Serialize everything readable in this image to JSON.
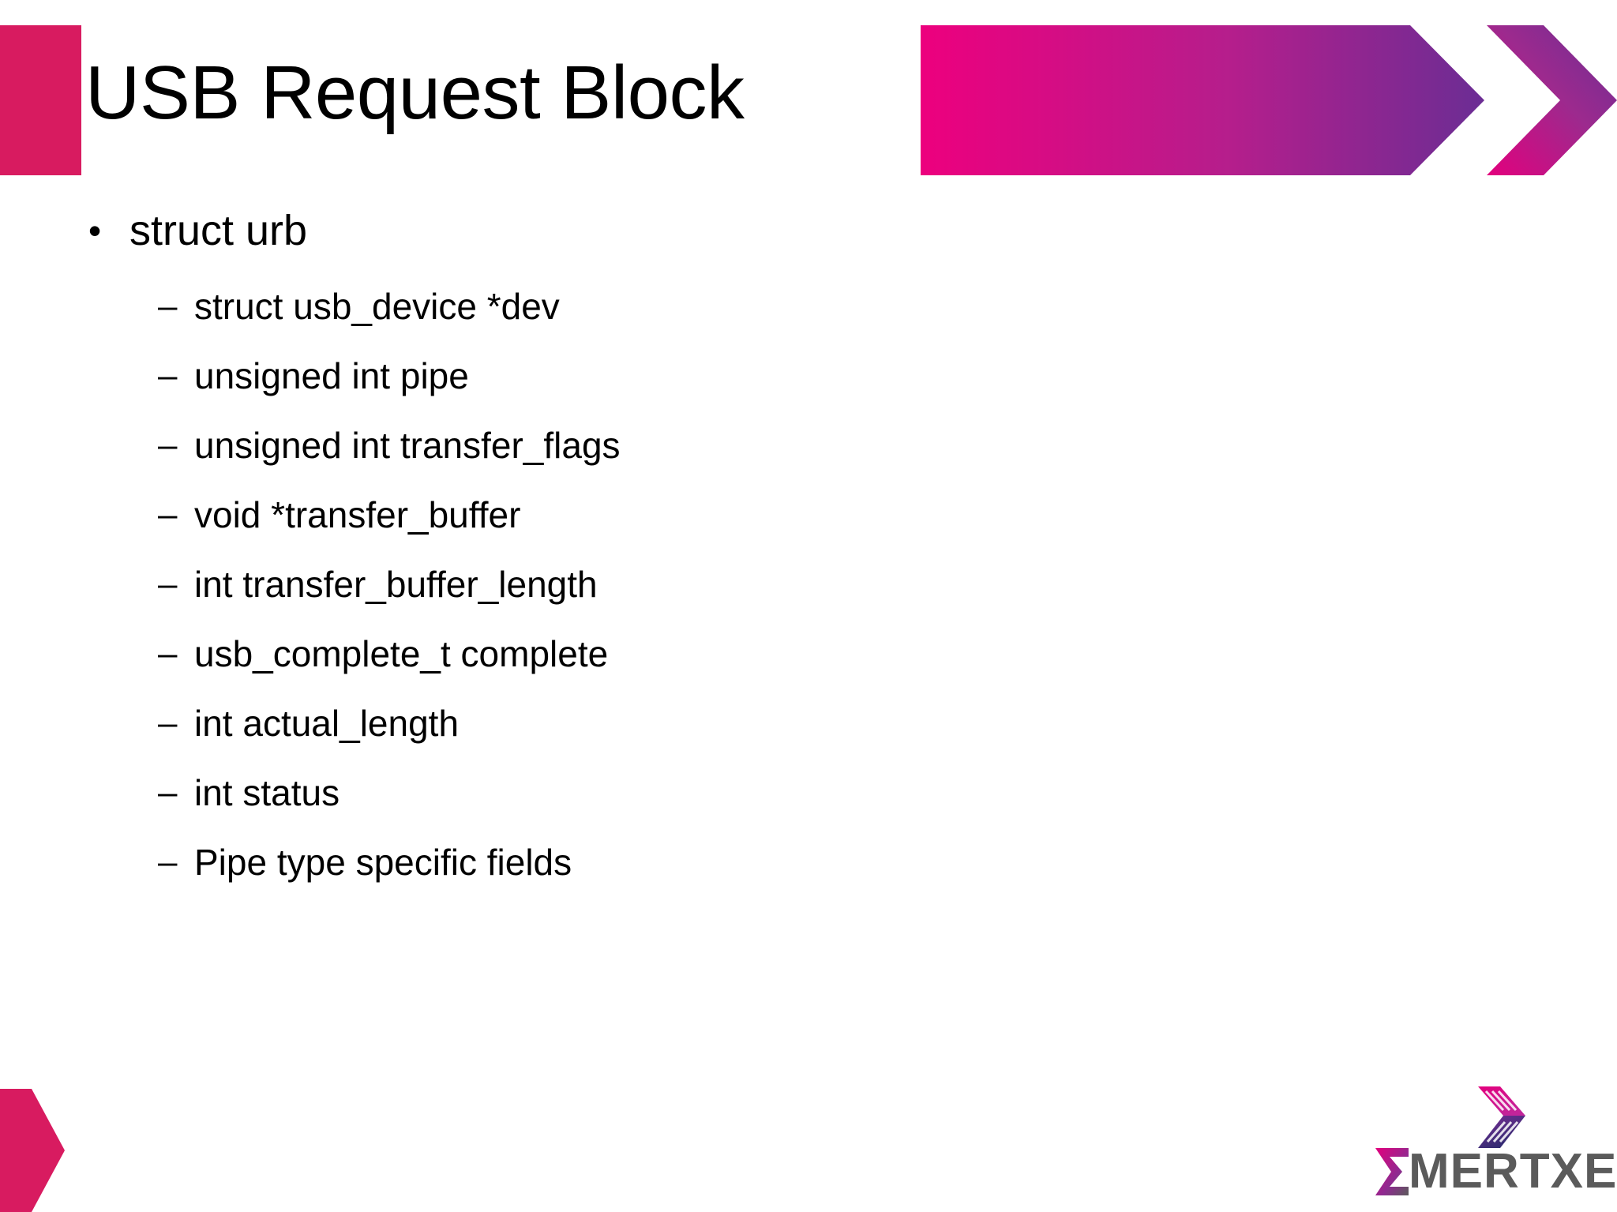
{
  "slide": {
    "title": "USB Request Block",
    "background_color": "#FFFFFF",
    "accent_pink": "#D81B60",
    "banner_gradient_start": "#ED007E",
    "banner_gradient_end": "#6B2D94",
    "text_color": "#000000"
  },
  "content": {
    "bullets": [
      {
        "marker": "•",
        "label": "struct urb",
        "children": [
          {
            "marker": "–",
            "label": "struct usb_device *dev"
          },
          {
            "marker": "–",
            "label": "unsigned int pipe"
          },
          {
            "marker": "–",
            "label": "unsigned int transfer_flags"
          },
          {
            "marker": "–",
            "label": "void *transfer_buffer"
          },
          {
            "marker": "–",
            "label": "int transfer_buffer_length"
          },
          {
            "marker": "–",
            "label": "usb_complete_t complete"
          },
          {
            "marker": "–",
            "label": "int actual_length"
          },
          {
            "marker": "–",
            "label": "int status"
          },
          {
            "marker": "–",
            "label": "Pipe type specific fields"
          }
        ]
      }
    ]
  },
  "logo": {
    "sigma": "Σ",
    "wordmark": "MERTXE",
    "wordmark_color": "#5B5B5B"
  }
}
